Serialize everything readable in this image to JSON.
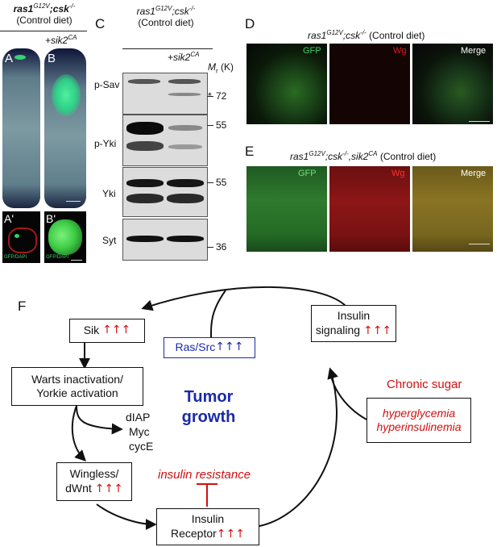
{
  "panelA_B": {
    "header_gene": "ras1",
    "header_sup": "G12V",
    "header_gene2": ";csk",
    "header_sup2": "-/-",
    "header_sub": "(Control diet)",
    "plus_label": "+sik2",
    "plus_sup": "CA",
    "label_A": "A",
    "label_B": "B",
    "label_A2": "A'",
    "label_B2": "B'",
    "stain_A2": "GFP/DAPI",
    "stain_B2": "GFP/DAPI"
  },
  "panelC": {
    "label": "C",
    "header_gene": "ras1",
    "header_sup": "G12V",
    "header_gene2": ";csk",
    "header_sup2": "-/-",
    "header_sub": "(Control diet)",
    "plus_label": "+sik2",
    "plus_sup": "CA",
    "mr_label": "M",
    "mr_sub": "r",
    "mr_unit": "(K)",
    "blots": [
      {
        "name": "p-Sav",
        "mw": "72",
        "asterisk": "*"
      },
      {
        "name": "p-Yki",
        "mw": "55"
      },
      {
        "name": "Yki",
        "mw": "55"
      },
      {
        "name": "Syt",
        "mw": "36"
      }
    ]
  },
  "panelD": {
    "label": "D",
    "title_gene": "ras1",
    "title_sup": "G12V",
    "title_gene2": ";csk",
    "title_sup2": "-/-",
    "title_sub": "(Control diet)",
    "channels": [
      "GFP",
      "Wg",
      "Merge"
    ]
  },
  "panelE": {
    "label": "E",
    "title_gene": "ras1",
    "title_sup": "G12V",
    "title_gene2": ";csk",
    "title_sup2": "-/-",
    "title_gene3": ",sik2",
    "title_sup3": "CA",
    "title_sub": "(Control diet)",
    "channels": [
      "GFP",
      "Wg",
      "Merge"
    ]
  },
  "panelF": {
    "label": "F",
    "up_arrows": "↑↑↑",
    "sik": "Sik",
    "warts_line1": "Warts inactivation/",
    "warts_line2": "Yorkie activation",
    "targets": [
      "dIAP",
      "Myc",
      "cycE"
    ],
    "wingless_line1": "Wingless/",
    "wingless_line2": "dWnt",
    "insulin_receptor_line1": "Insulin",
    "insulin_receptor_line2": "Receptor",
    "insulin_signaling_line1": "Insulin",
    "insulin_signaling_line2": "signaling",
    "ras_src": "Ras/Src",
    "tumor_line1": "Tumor",
    "tumor_line2": "growth",
    "insulin_resistance": "insulin resistance",
    "chronic_sugar": "Chronic sugar",
    "hyperglycemia": "hyperglycemia",
    "hyperinsulinemia": "hyperinsulinemia"
  },
  "colors": {
    "red": "#d01010",
    "blue": "#1a2aa8",
    "gfp": "#2fd36a",
    "wg": "#b41414"
  }
}
